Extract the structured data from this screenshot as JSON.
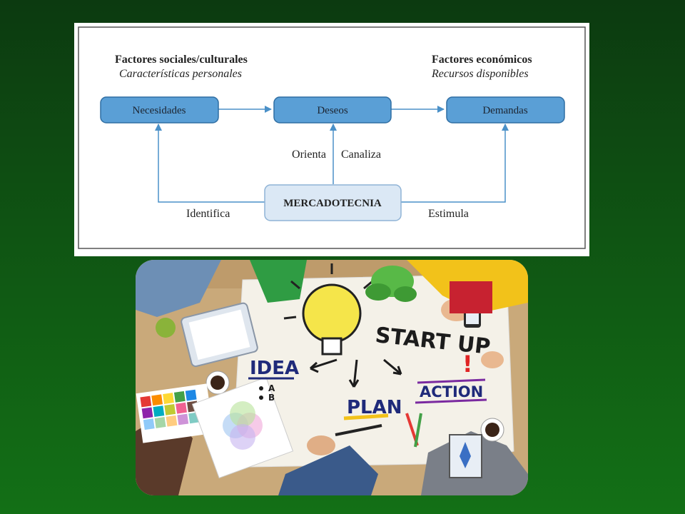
{
  "diagram": {
    "left_header": {
      "title": "Factores sociales/culturales",
      "subtitle": "Características personales"
    },
    "right_header": {
      "title": "Factores económicos",
      "subtitle": "Recursos disponibles"
    },
    "nodes": {
      "necesidades": "Necesidades",
      "deseos": "Deseos",
      "demandas": "Demandas",
      "mercadotecnia": "MERCADOTECNIA"
    },
    "edge_labels": {
      "orienta": "Orienta",
      "canaliza": "Canaliza",
      "identifica": "Identifica",
      "estimula": "Estimula"
    },
    "colors": {
      "box_fill": "#5a9fd6",
      "box_stroke": "#2f6ea3",
      "center_fill": "#dbe8f5",
      "arrow": "#4a90c8",
      "border": "#555555"
    }
  },
  "photo": {
    "words": {
      "startup": "START UP",
      "exclaim": "!",
      "idea": "IDEA",
      "idea_a": "A",
      "idea_b": "B",
      "action": "ACTION",
      "plan": "PLAN"
    },
    "icons": [
      "light-bulb-icon",
      "plant-icon",
      "rocket-icon",
      "tablet-icon",
      "phone-icon",
      "coffee-cup-icon",
      "color-palette-icon",
      "venn-diagram-icon"
    ]
  }
}
